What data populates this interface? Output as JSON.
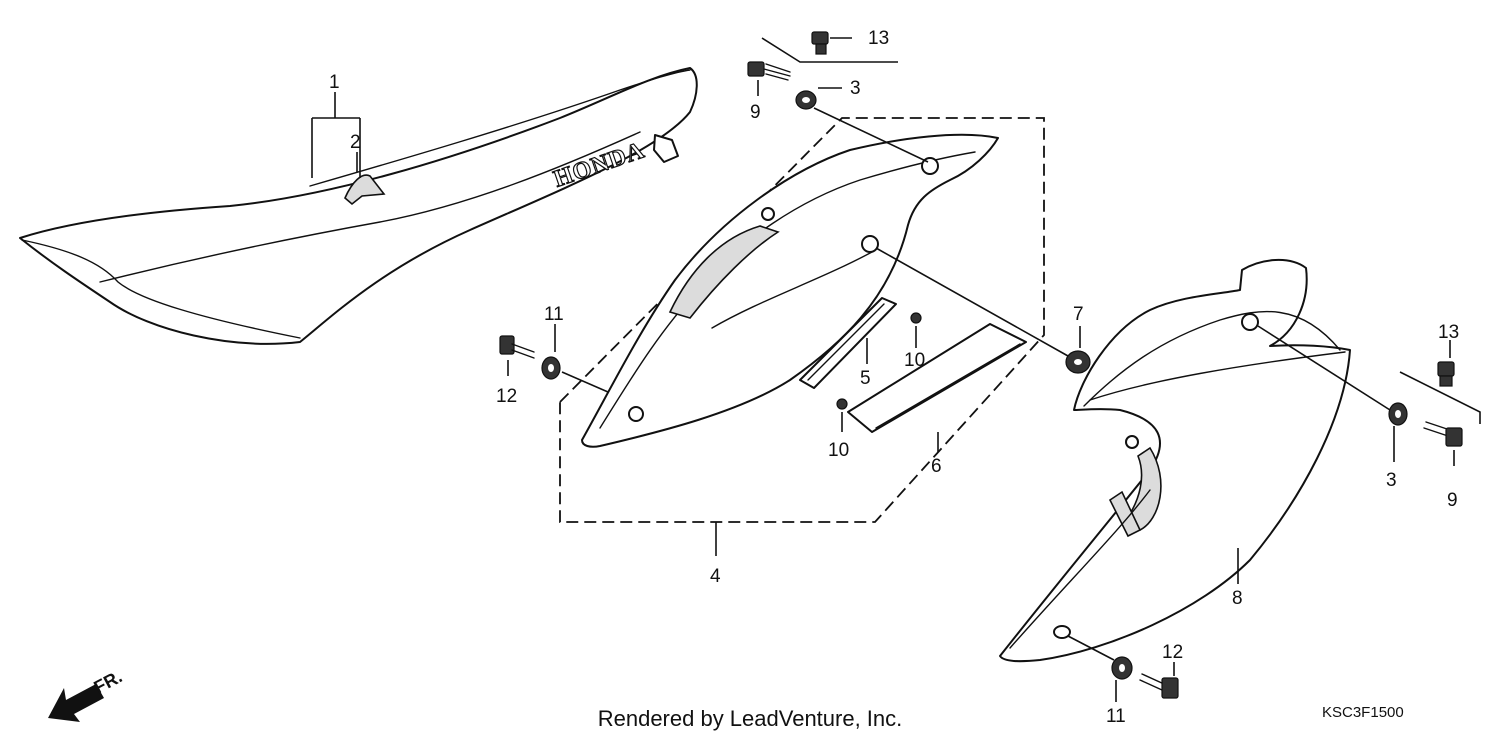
{
  "callouts": [
    {
      "id": "c1",
      "text": "1"
    },
    {
      "id": "c2",
      "text": "2"
    },
    {
      "id": "c3a",
      "text": "3"
    },
    {
      "id": "c3b",
      "text": "3"
    },
    {
      "id": "c4",
      "text": "4"
    },
    {
      "id": "c5",
      "text": "5"
    },
    {
      "id": "c6",
      "text": "6"
    },
    {
      "id": "c7",
      "text": "7"
    },
    {
      "id": "c8",
      "text": "8"
    },
    {
      "id": "c9a",
      "text": "9"
    },
    {
      "id": "c9b",
      "text": "9"
    },
    {
      "id": "c10a",
      "text": "10"
    },
    {
      "id": "c10b",
      "text": "10"
    },
    {
      "id": "c11a",
      "text": "11"
    },
    {
      "id": "c11b",
      "text": "11"
    },
    {
      "id": "c12a",
      "text": "12"
    },
    {
      "id": "c12b",
      "text": "12"
    },
    {
      "id": "c13a",
      "text": "13"
    },
    {
      "id": "c13b",
      "text": "13"
    }
  ],
  "seat_brand": "HONDA",
  "direction_label": "FR.",
  "footer_text": "Rendered by LeadVenture, Inc.",
  "diagram_code": "KSC3F1500"
}
